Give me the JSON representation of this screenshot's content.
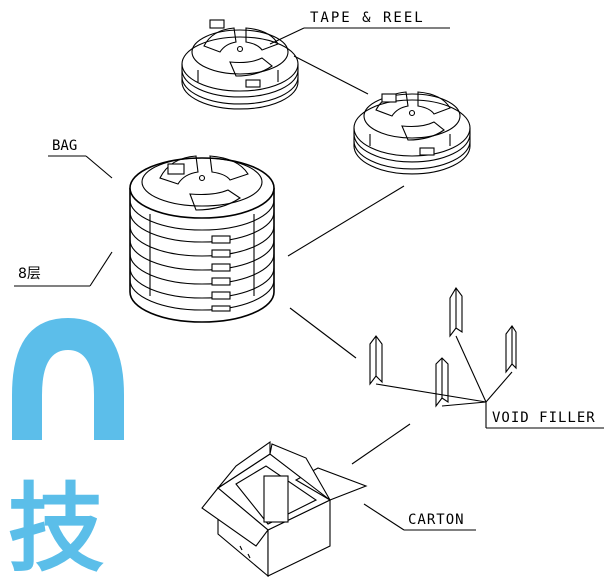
{
  "labels": {
    "tape_reel": "TAPE & REEL",
    "bag": "BAG",
    "layers": "8层",
    "void_filler": "VOID FILLER",
    "carton": "CARTON"
  },
  "watermark": {
    "glyph": "技",
    "color": "#3fb3e6"
  },
  "colors": {
    "line": "#000000",
    "background": "#ffffff"
  }
}
